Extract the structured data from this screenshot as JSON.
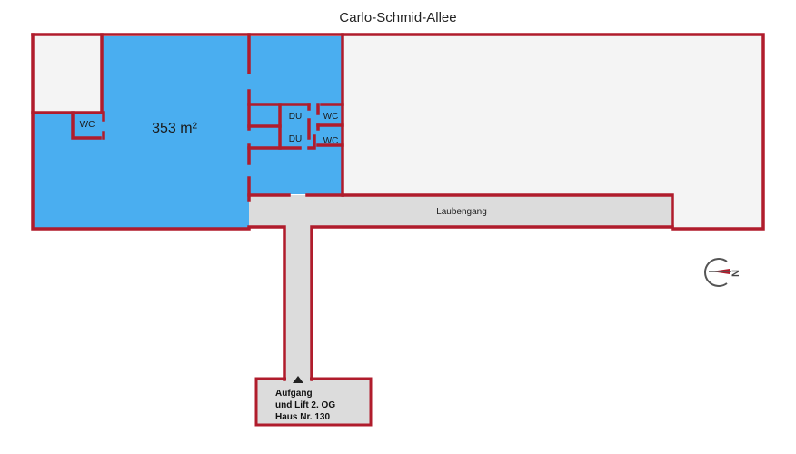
{
  "plan": {
    "street_label": "Carlo-Schmid-Allee",
    "unit_area_label": "353 m²",
    "rooms": {
      "wc_main": "WC",
      "du_upper": "DU",
      "du_lower": "DU",
      "wc_upper_right": "WC",
      "wc_lower_right": "WC"
    },
    "corridor_label": "Laubengang",
    "entrance": {
      "line1": "Aufgang",
      "line2": "und Lift 2. OG",
      "line3": "Haus Nr. 130"
    },
    "compass_label": "N"
  },
  "colors": {
    "wall": "#b01c2c",
    "unit_fill": "#4aaef0",
    "neutral_fill": "#f4f4f4",
    "corridor_fill": "#dcdcdc"
  }
}
